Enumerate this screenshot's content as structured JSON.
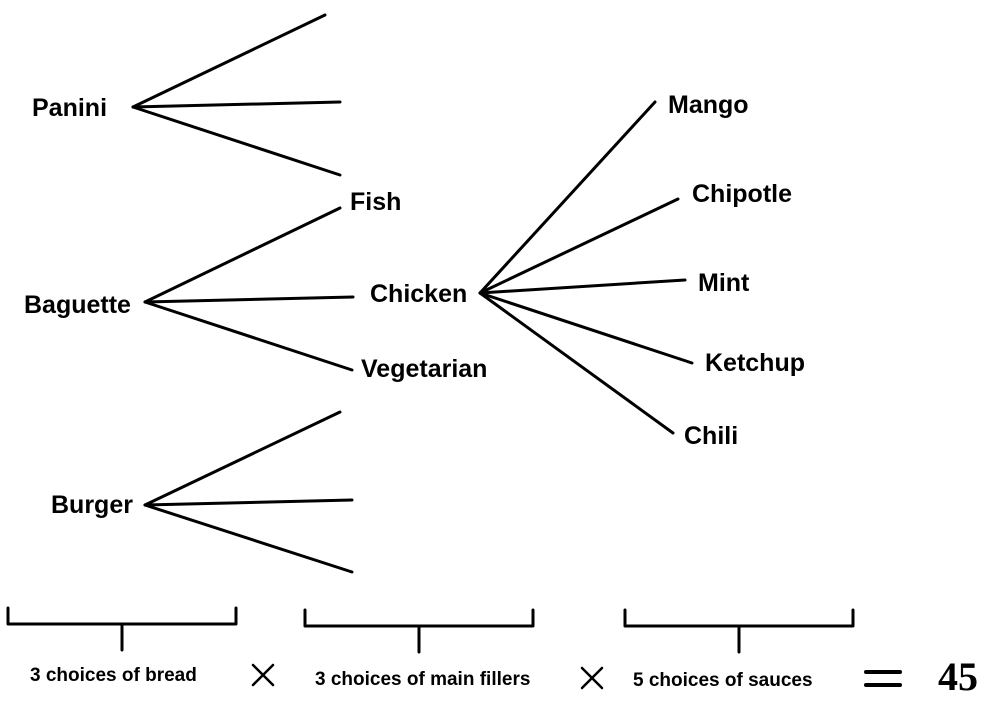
{
  "breads": [
    "Panini",
    "Baguette",
    "Burger"
  ],
  "fillers": [
    "Fish",
    "Chicken",
    "Vegetarian"
  ],
  "sauces": [
    "Mango",
    "Chipotle",
    "Mint",
    "Ketchup",
    "Chili"
  ],
  "captions": {
    "bread": "3 choices of bread",
    "fillers": "3 choices of main fillers",
    "sauces": "5 choices of sauces"
  },
  "result": "45"
}
